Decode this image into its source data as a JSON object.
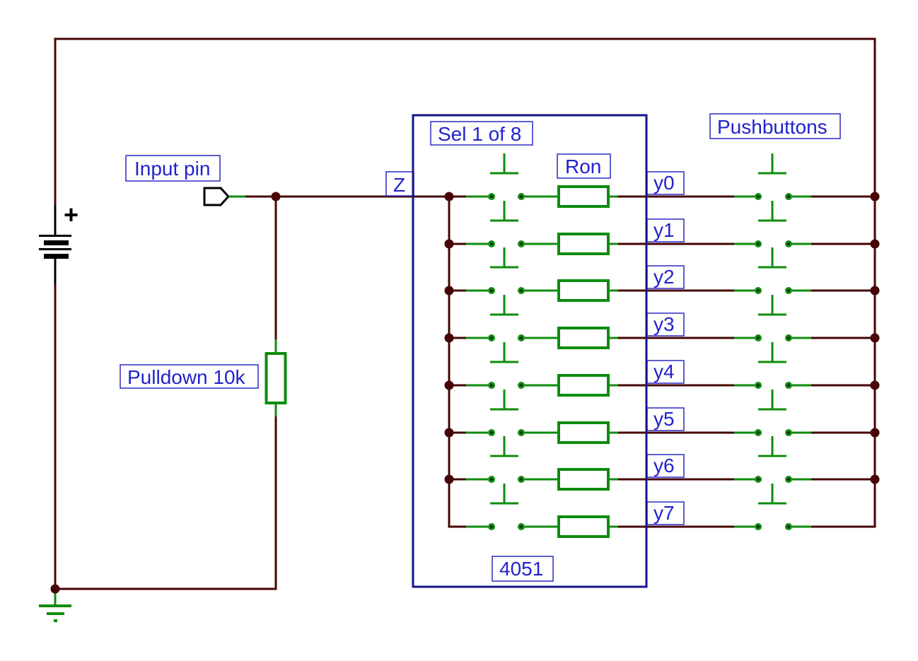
{
  "diagram": {
    "labels": {
      "input_pin": "Input pin",
      "pulldown": "Pulldown 10k",
      "z_net": "Z",
      "selector": "Sel 1 of 8",
      "ron": "Ron",
      "chip": "4051",
      "pushbuttons": "Pushbuttons",
      "battery_plus": "+"
    },
    "outputs": [
      "y0",
      "y1",
      "y2",
      "y3",
      "y4",
      "y5",
      "y6",
      "y7"
    ],
    "colors": {
      "wire": "#460404",
      "component_green": "#0e8c0e",
      "label_text": "#2222cc",
      "label_border": "#2a2ac4",
      "chip_border": "#14148c",
      "symbol_black": "#000000",
      "background": "#ffffff"
    }
  }
}
